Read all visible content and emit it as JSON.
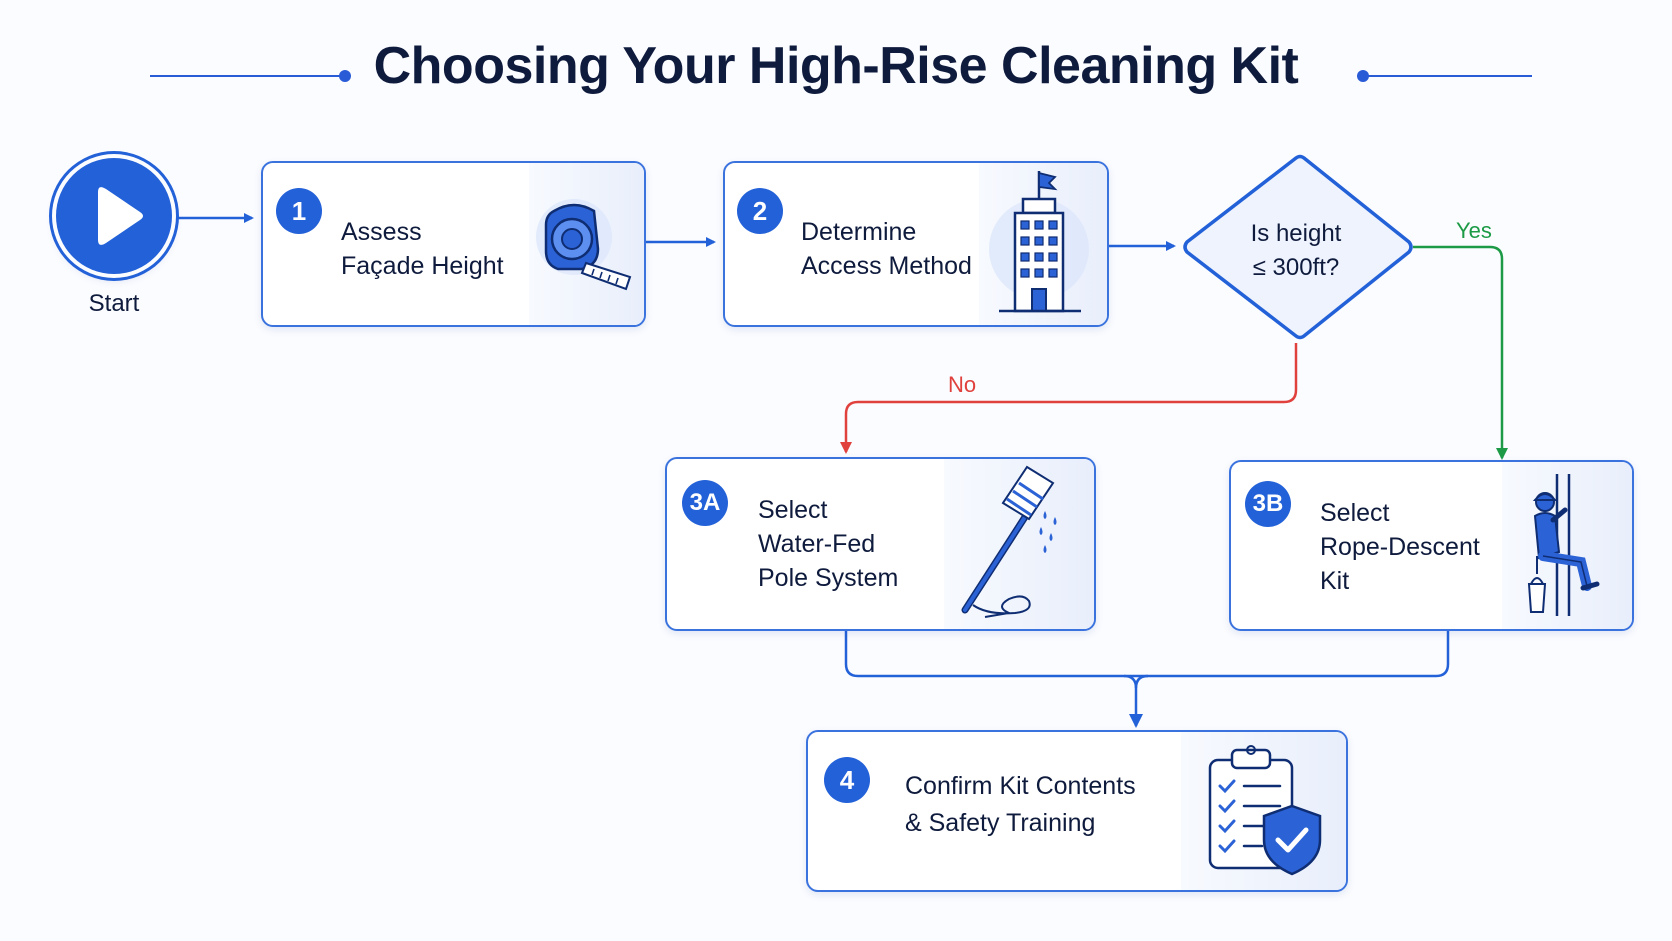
{
  "title": "Choosing Your High-Rise Cleaning Kit",
  "start": {
    "label": "Start"
  },
  "steps": [
    {
      "badge": "1",
      "lines": [
        "Assess",
        "Façade Height"
      ],
      "icon": "tape-measure-icon"
    },
    {
      "badge": "2",
      "lines": [
        "Determine",
        "Access Method"
      ],
      "icon": "building-icon"
    },
    {
      "badge": "3A",
      "lines": [
        "Select",
        "Water-Fed",
        "Pole System"
      ],
      "icon": "water-fed-pole-icon"
    },
    {
      "badge": "3B",
      "lines": [
        "Select",
        "Rope-Descent",
        "Kit"
      ],
      "icon": "rope-descent-worker-icon"
    },
    {
      "badge": "4",
      "lines": [
        "Confirm Kit Contents",
        "& Safety Training"
      ],
      "icon": "checklist-shield-icon"
    }
  ],
  "decision": {
    "lines": [
      "Is height",
      "≤ 300ft?"
    ],
    "yes_label": "Yes",
    "no_label": "No"
  },
  "colors": {
    "primary": "#2361d8",
    "border": "#3b73de",
    "yes": "#1c9a46",
    "no": "#e0413d",
    "text": "#0f1b3d"
  }
}
